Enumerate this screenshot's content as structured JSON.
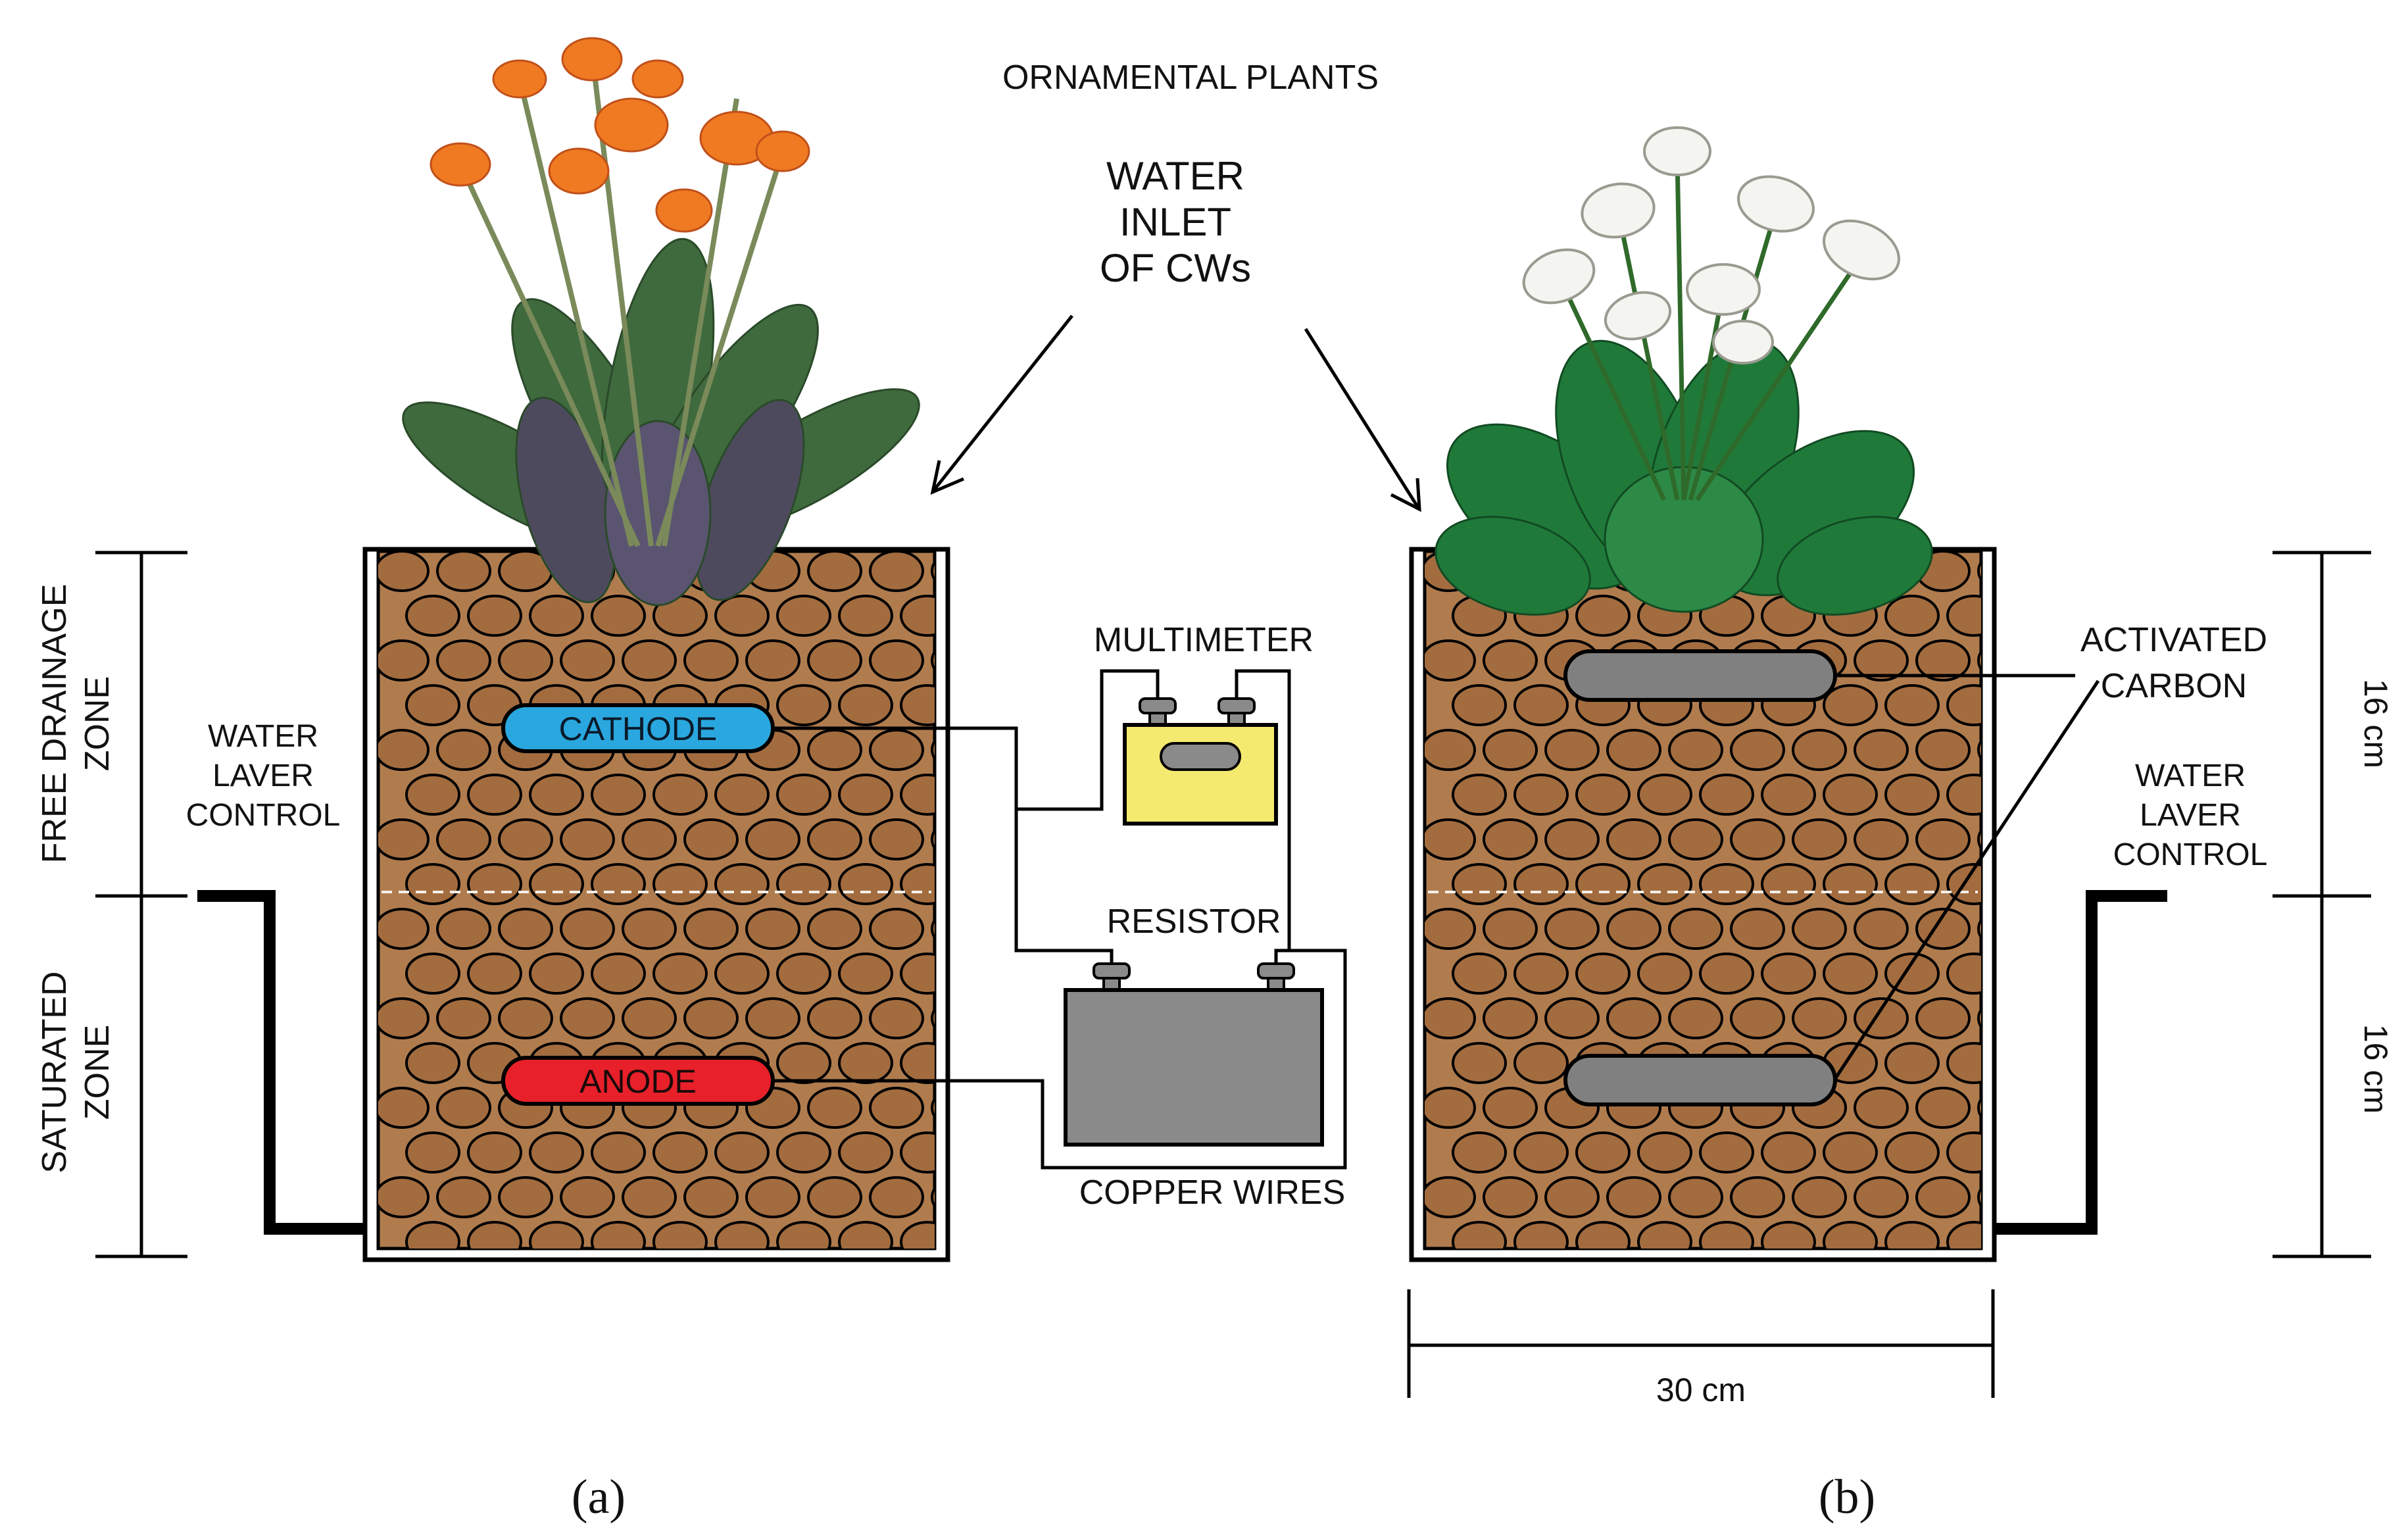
{
  "labels": {
    "ornamental_plants": "ORNAMENTAL PLANTS",
    "water_inlet": [
      "WATER",
      "INLET",
      "OF CWs"
    ],
    "multimeter": "MULTIMETER",
    "resistor": "RESISTOR",
    "copper_wires": "COPPER WIRES",
    "cathode": "CATHODE",
    "anode": "ANODE",
    "activated_carbon": [
      "ACTIVATED",
      "CARBON"
    ],
    "water_level_control_left": [
      "WATER",
      "LAVER",
      "CONTROL"
    ],
    "water_level_control_right": [
      "WATER",
      "LAVER",
      "CONTROL"
    ],
    "free_drainage_zone": [
      "FREE DRAINAGE",
      "ZONE"
    ],
    "saturated_zone": [
      "SATURATED",
      "ZONE"
    ],
    "dim_top": "16 cm",
    "dim_bottom": "16 cm",
    "dim_width": "30 cm",
    "caption_a": "(a)",
    "caption_b": "(b)"
  },
  "colors": {
    "gravel_fill": "#b07c4e",
    "gravel_pebble": "#a36c3f",
    "cathode": "#2aa7de",
    "anode": "#e8202a",
    "multimeter": "#f5ea70",
    "resistor": "#8a8a8a",
    "activated_carbon": "#808080",
    "canna_flower": "#f07a22",
    "calla_flower": "#f4f4f0",
    "foliage": "#2f7a3a"
  }
}
